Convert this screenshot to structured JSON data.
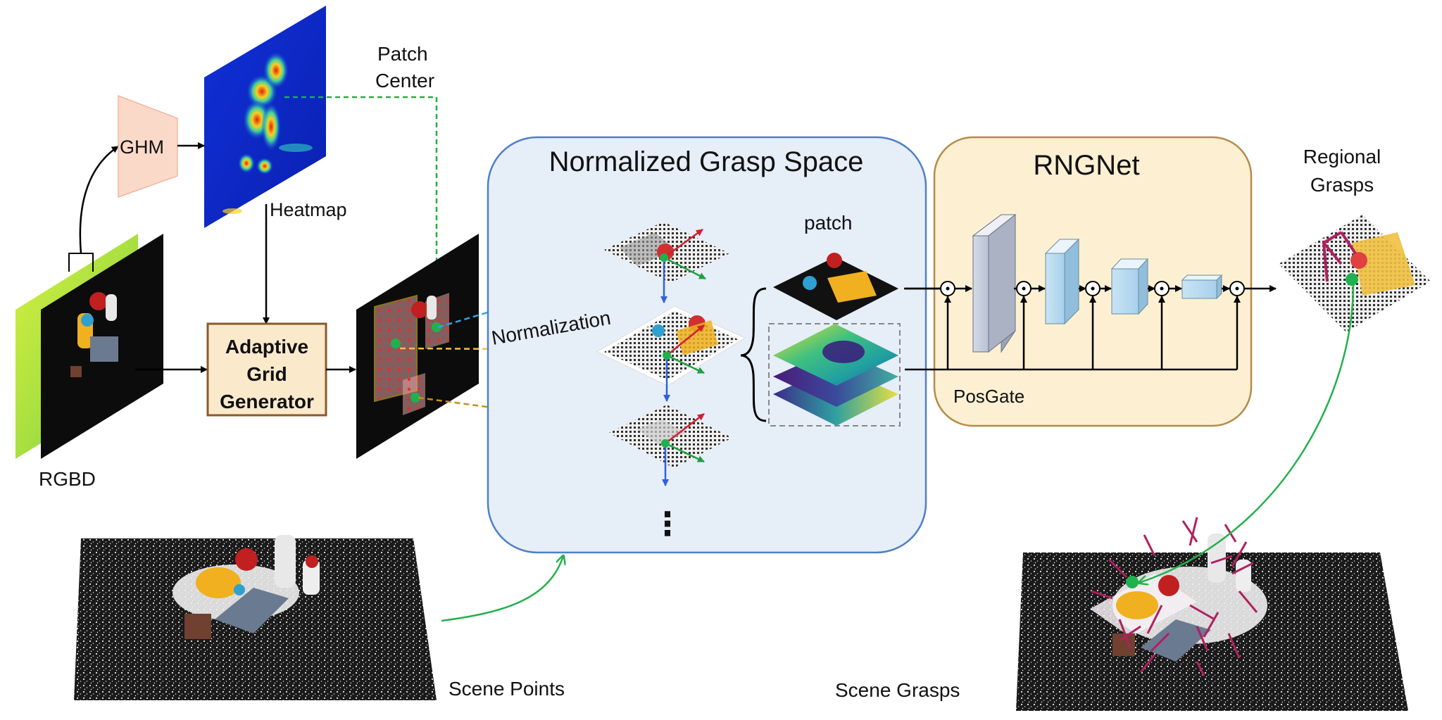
{
  "labels": {
    "rgbd": "RGBD",
    "ghm": "GHM",
    "heatmap": "Heatmap",
    "patch_center_line1": "Patch",
    "patch_center_line2": "Center",
    "generator_line1": "Adaptive",
    "generator_line2": "Grid",
    "generator_line3": "Generator",
    "normalized_space_title": "Normalized Grasp Space",
    "normalization": "Normalization",
    "patch": "patch",
    "rngnet_title": "RNGNet",
    "posgate": "PosGate",
    "regional_line1": "Regional",
    "regional_line2": "Grasps",
    "scene_points": "Scene Points",
    "scene_grasps": "Scene Grasps"
  },
  "symbols": {
    "gate": "⊙",
    "ellipsis": "⋮"
  },
  "colors": {
    "ghm_fill": "#fbd9c8",
    "generator_fill": "#fbe9cc",
    "generator_border": "#8a5a2b",
    "normalized_fill": "#e6eef8",
    "normalized_border": "#4f7fc8",
    "rngnet_fill": "#fdf0d2",
    "rngnet_border": "#b58a4a",
    "blue_dash": "#2fa3e8",
    "yellow_dash": "#f0c040",
    "brown_dash": "#c4901c",
    "green_dash": "#20b040",
    "arrow_green": "#22b14c",
    "grasp_magenta": "#b0205e"
  }
}
